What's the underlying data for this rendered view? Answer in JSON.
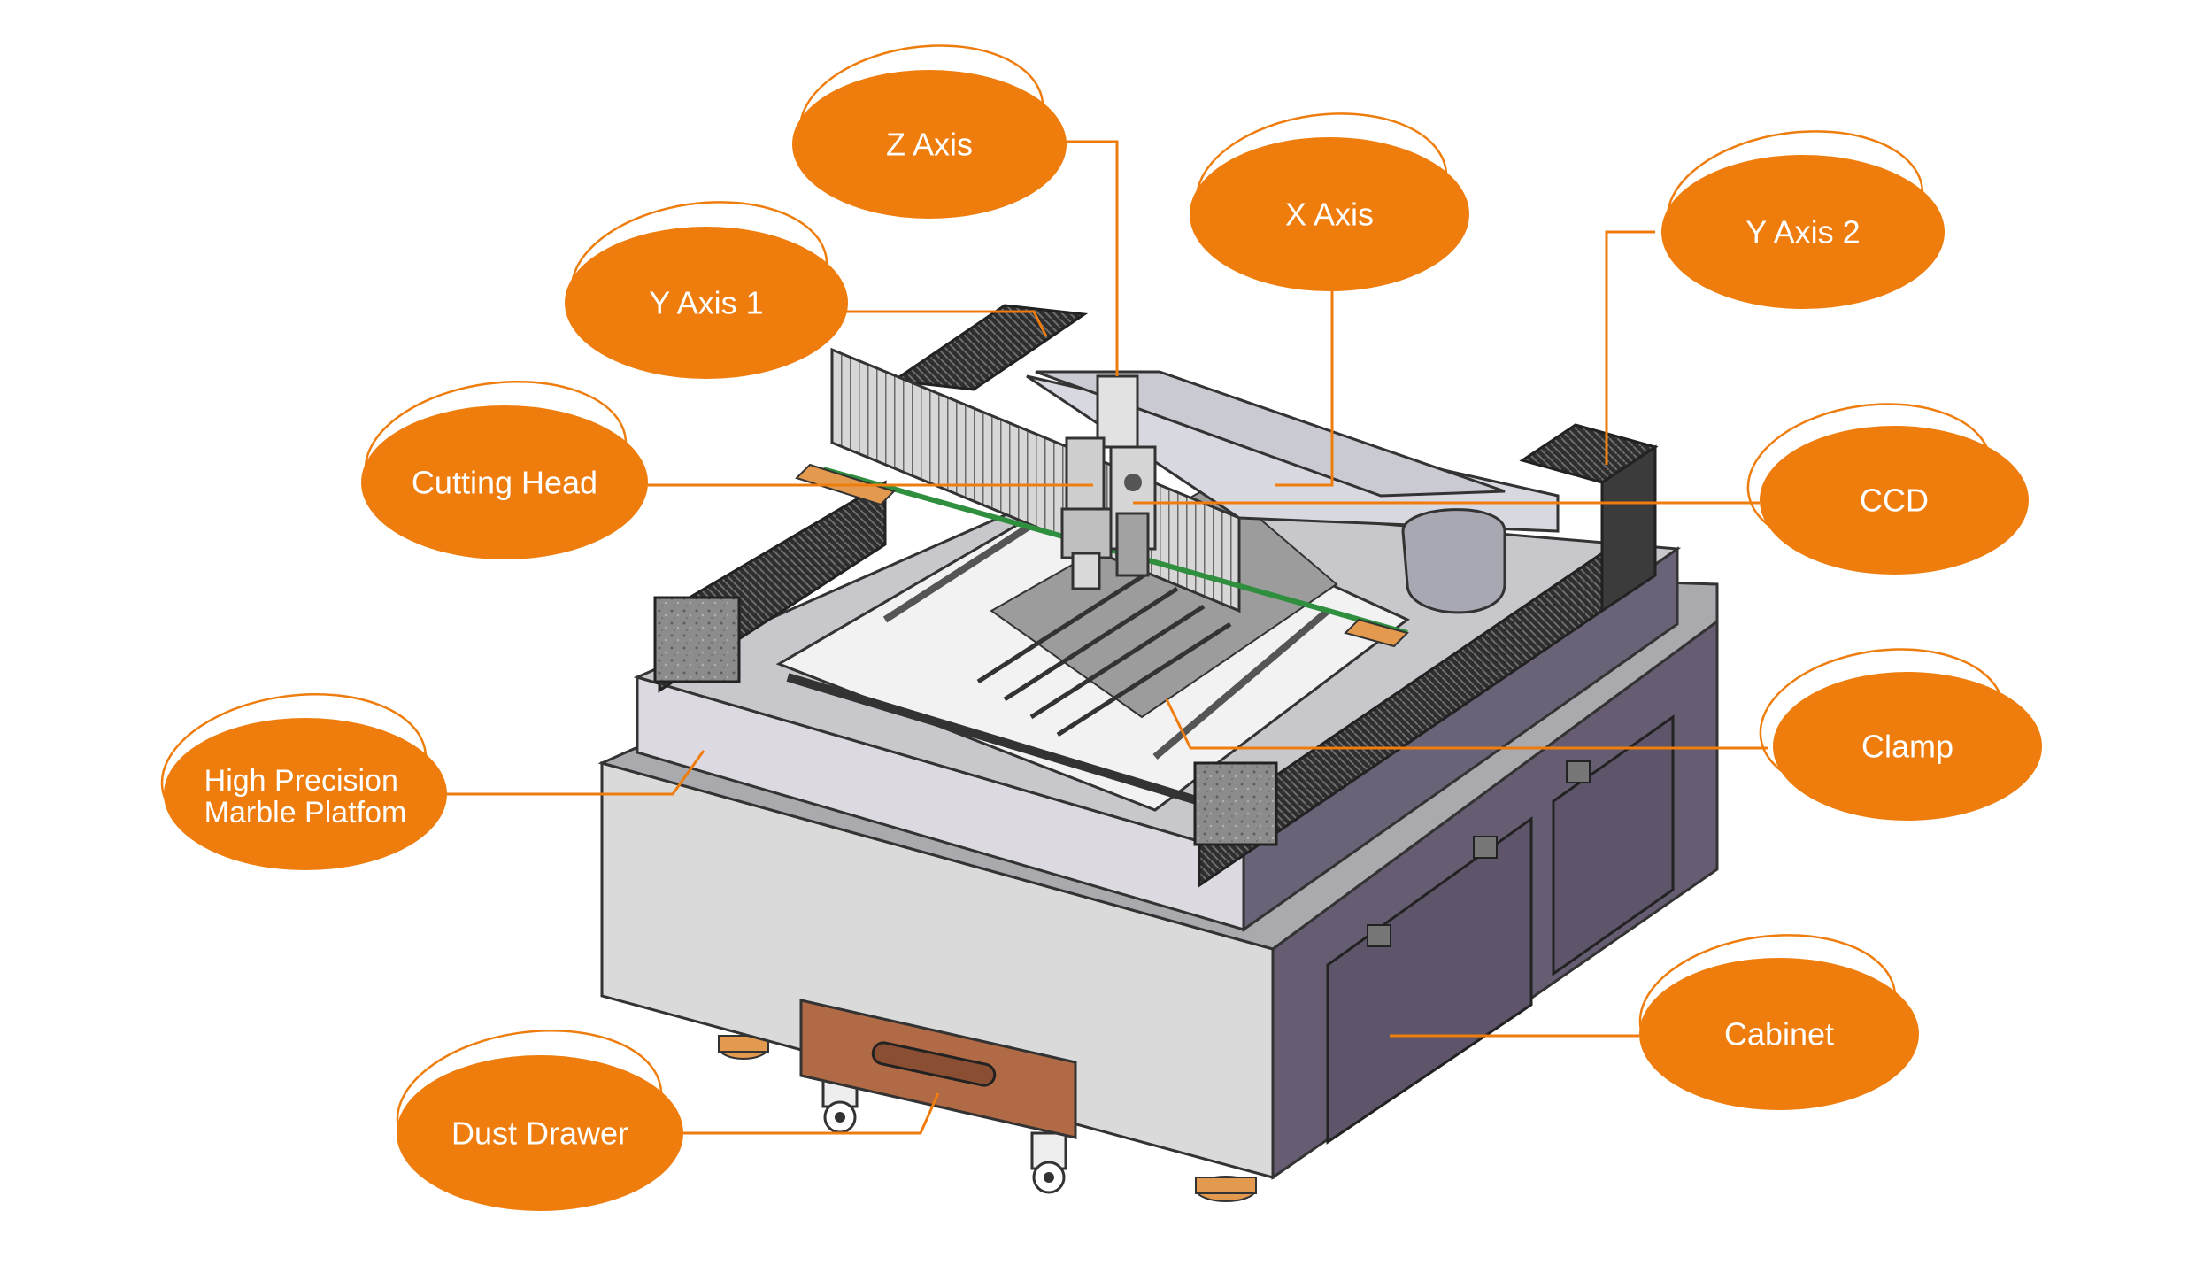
{
  "diagram": {
    "callouts": [
      {
        "id": "z-axis",
        "lines": [
          "Z Axis"
        ]
      },
      {
        "id": "x-axis",
        "lines": [
          "X Axis"
        ]
      },
      {
        "id": "y-axis-2",
        "lines": [
          "Y Axis 2"
        ]
      },
      {
        "id": "y-axis-1",
        "lines": [
          "Y Axis 1"
        ]
      },
      {
        "id": "cutting-head",
        "lines": [
          "Cutting Head"
        ]
      },
      {
        "id": "ccd",
        "lines": [
          "CCD"
        ]
      },
      {
        "id": "clamp",
        "lines": [
          "Clamp"
        ]
      },
      {
        "id": "marble-platform",
        "lines": [
          "High Precision",
          "Marble Platfom"
        ]
      },
      {
        "id": "cabinet",
        "lines": [
          "Cabinet"
        ]
      },
      {
        "id": "dust-drawer",
        "lines": [
          "Dust Drawer"
        ]
      }
    ],
    "colors": {
      "callout_fill": "#EE7D0E",
      "leader_line": "#EE7D0E",
      "cabinet_side": "#675D72",
      "cabinet_front": "#D9D9D9",
      "marble": "#8A8A8A",
      "drag_chain": "#3A3A3A",
      "drawer": "#B06A45"
    }
  }
}
